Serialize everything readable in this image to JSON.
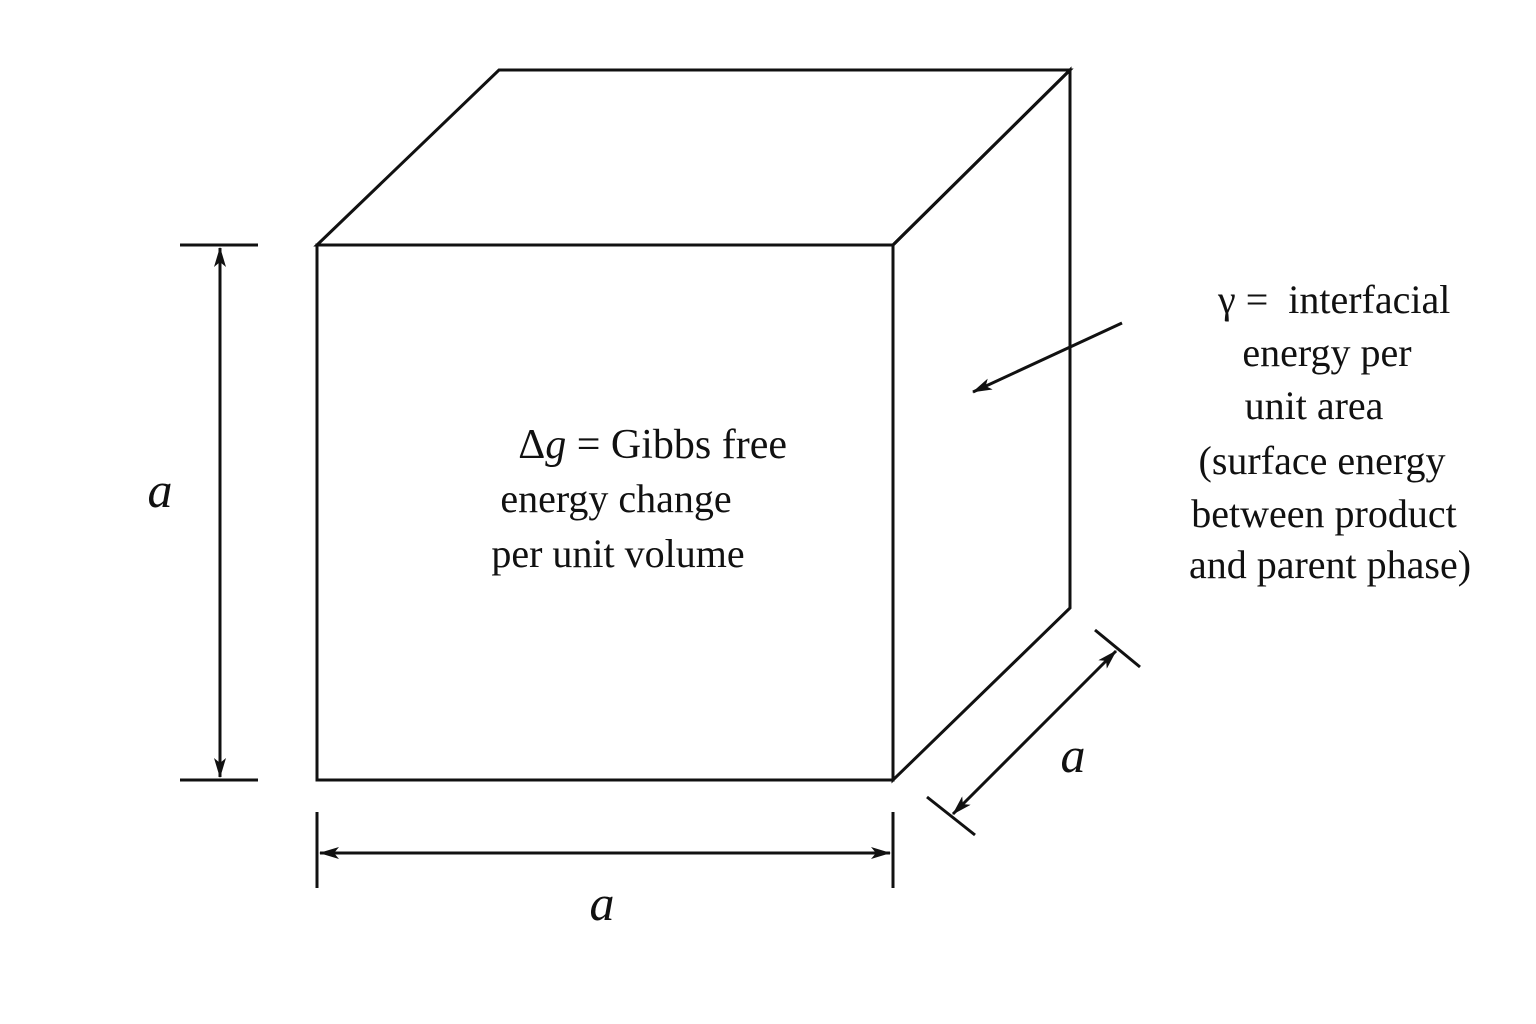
{
  "colors": {
    "background": "#ffffff",
    "stroke": "#111111"
  },
  "volume_label": {
    "symbol_delta": "Δ",
    "symbol_g": "g",
    "line1_rest": " = Gibbs free",
    "line2": "energy change",
    "line3": "per unit volume"
  },
  "surface_label": {
    "symbol": "γ",
    "line1_rest": " =  interfacial",
    "line2": "energy per",
    "line3": "unit area",
    "line4": "(surface energy",
    "line5": "between product",
    "line6": "and parent phase)"
  },
  "dimensions": {
    "height_label": "a",
    "width_label": "a",
    "depth_label": "a"
  }
}
